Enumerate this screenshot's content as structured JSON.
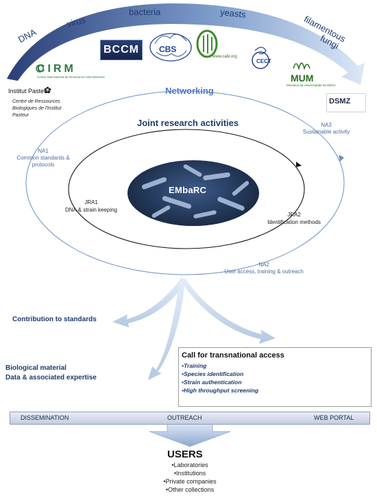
{
  "arc_labels": {
    "dna": "DNA",
    "virus": "virus",
    "bacteria": "bacteria",
    "yeasts": "yeasts",
    "fungi_line1": "filamentous",
    "fungi_line2": "fungi"
  },
  "logos": {
    "bccm": "BCCM",
    "cbs": "CBS",
    "cabi_url": "www.cabi.org",
    "cect": "CECT",
    "mum": "MUM",
    "mum_sub": "Micoteca da Universidade do Minho",
    "dsmz": "DSMZ",
    "cirm": "CIRM",
    "cirm_sub": "Centre International de Ressources Microbiennes",
    "pasteur_name": "Institut Pasteur",
    "pasteur_sub": "Centre de Ressources Biologiques de l'Institut Pasteur"
  },
  "center": {
    "networking": "Networking",
    "joint_research": "Joint research activities",
    "embarc": "EMbaRC",
    "na1_line1": "NA1",
    "na1_line2": "Common standards &",
    "na1_line3": "protocols",
    "na2_line1": "NA2",
    "na2_line2": "User access, training & outreach",
    "na3_line1": "NA3",
    "na3_line2": "Sustainable activity",
    "jra1_line1": "JRA1",
    "jra1_line2": "DNA & strain keeping",
    "jra2_line1": "JRA2",
    "jra2_line2": "Identification methods"
  },
  "outputs": {
    "contribution": "Contribution to standards",
    "bio_line1": "Biological material",
    "bio_line2": "Data & associated expertise"
  },
  "call": {
    "title": "Call for transnational access",
    "items": [
      "•Training",
      "•Species identification",
      "•Strain authentication",
      "•High throughput screening"
    ]
  },
  "bar": {
    "dissemination": "DISSEMINATION",
    "outreach": "OUTREACH",
    "web_portal": "WEB PORTAL"
  },
  "users": {
    "title": "USERS",
    "items": [
      "•Laboratories",
      "•Institutions",
      "•Private companies",
      "•Other collections"
    ]
  },
  "colors": {
    "arc_gradient_start": "#2b3f78",
    "arc_gradient_end": "#d6e4f6",
    "flow_arrow": "#c6d8ec",
    "dark_text": "#1e3a70",
    "networking_blue": "#4e7ac2"
  }
}
